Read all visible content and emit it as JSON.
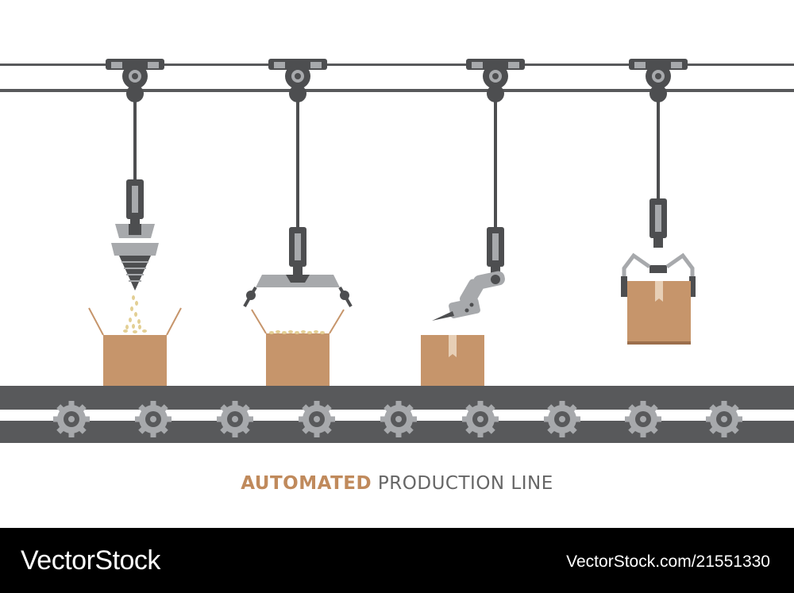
{
  "caption": {
    "highlight": "AUTOMATED",
    "rest": "PRODUCTION LINE"
  },
  "footer": {
    "brand": "VectorStock",
    "image_id": "VectorStock.com/21551330"
  },
  "colors": {
    "rail": "#58595b",
    "machine_dark": "#4d4e50",
    "machine_light": "#a7a9ac",
    "box": "#c6956b",
    "box_dark": "#9c6f4c",
    "tape": "#e7cfb6",
    "filler": "#e3cf94",
    "accent_text": "#c08a5c",
    "footer_bg": "#000000"
  },
  "stations": [
    {
      "role": "filling",
      "tool": "funnel-dispenser-icon",
      "box_state": "open"
    },
    {
      "role": "closing",
      "tool": "gripper-claw-icon",
      "box_state": "open-filled"
    },
    {
      "role": "taping",
      "tool": "articulated-arm-icon",
      "box_state": "sealed"
    },
    {
      "role": "transfer",
      "tool": "gripper-claw-icon",
      "box_state": "lifted"
    }
  ]
}
